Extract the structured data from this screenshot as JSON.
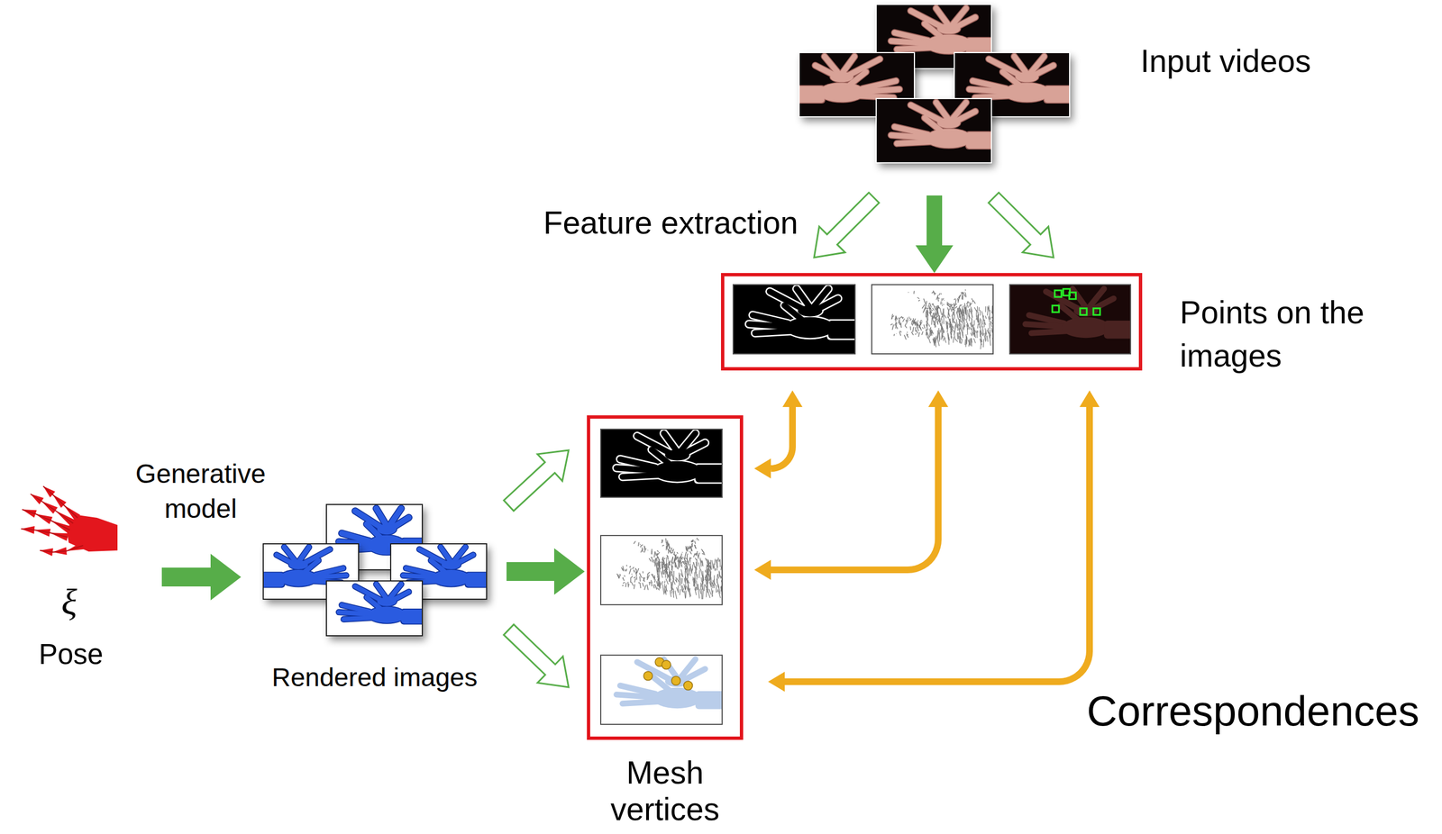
{
  "diagram": {
    "nodes": [
      {
        "text": [
          "Input videos"
        ]
      },
      {
        "text": [
          "Points on the images"
        ]
      },
      {
        "text": [
          "ξ",
          "Pose"
        ]
      },
      {
        "text": [
          "Rendered images"
        ]
      },
      {
        "text": [
          "Mesh vertices"
        ]
      }
    ],
    "edges": [
      {
        "from": 0,
        "to": 1,
        "arrow": "to",
        "label": "Feature extraction"
      },
      {
        "from": 2,
        "to": 3,
        "arrow": "to",
        "label": "Generative model"
      },
      {
        "from": 3,
        "to": 4,
        "arrow": "to"
      },
      {
        "from": 4,
        "to": 1,
        "arrow": "both"
      },
      {
        "from": 4,
        "to": 1,
        "arrow": "both"
      },
      {
        "from": 4,
        "to": 1,
        "arrow": "both"
      }
    ],
    "labels": [
      "Correspondences"
    ]
  }
}
